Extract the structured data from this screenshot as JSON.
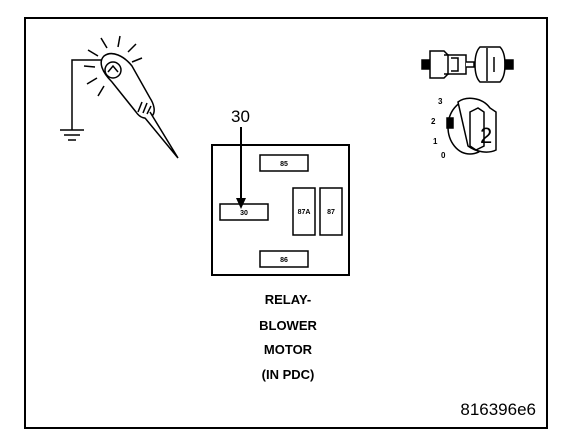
{
  "relay": {
    "terminals": {
      "t85": "85",
      "t30": "30",
      "t87a": "87A",
      "t87": "87",
      "t86": "86"
    },
    "probe_callout": "30"
  },
  "caption": {
    "line1": "RELAY-",
    "line2": "BLOWER",
    "line3": "MOTOR",
    "line4": "(IN PDC)"
  },
  "ignition": {
    "positions": [
      "3",
      "2",
      "1",
      "0"
    ],
    "key_position": "2"
  },
  "figure_id": "816396e6",
  "icons": {
    "test_light": "test-light-probe-icon",
    "ground": "ground-symbol-icon",
    "connector": "disconnected-connector-icon",
    "ignition": "ignition-key-icon"
  }
}
